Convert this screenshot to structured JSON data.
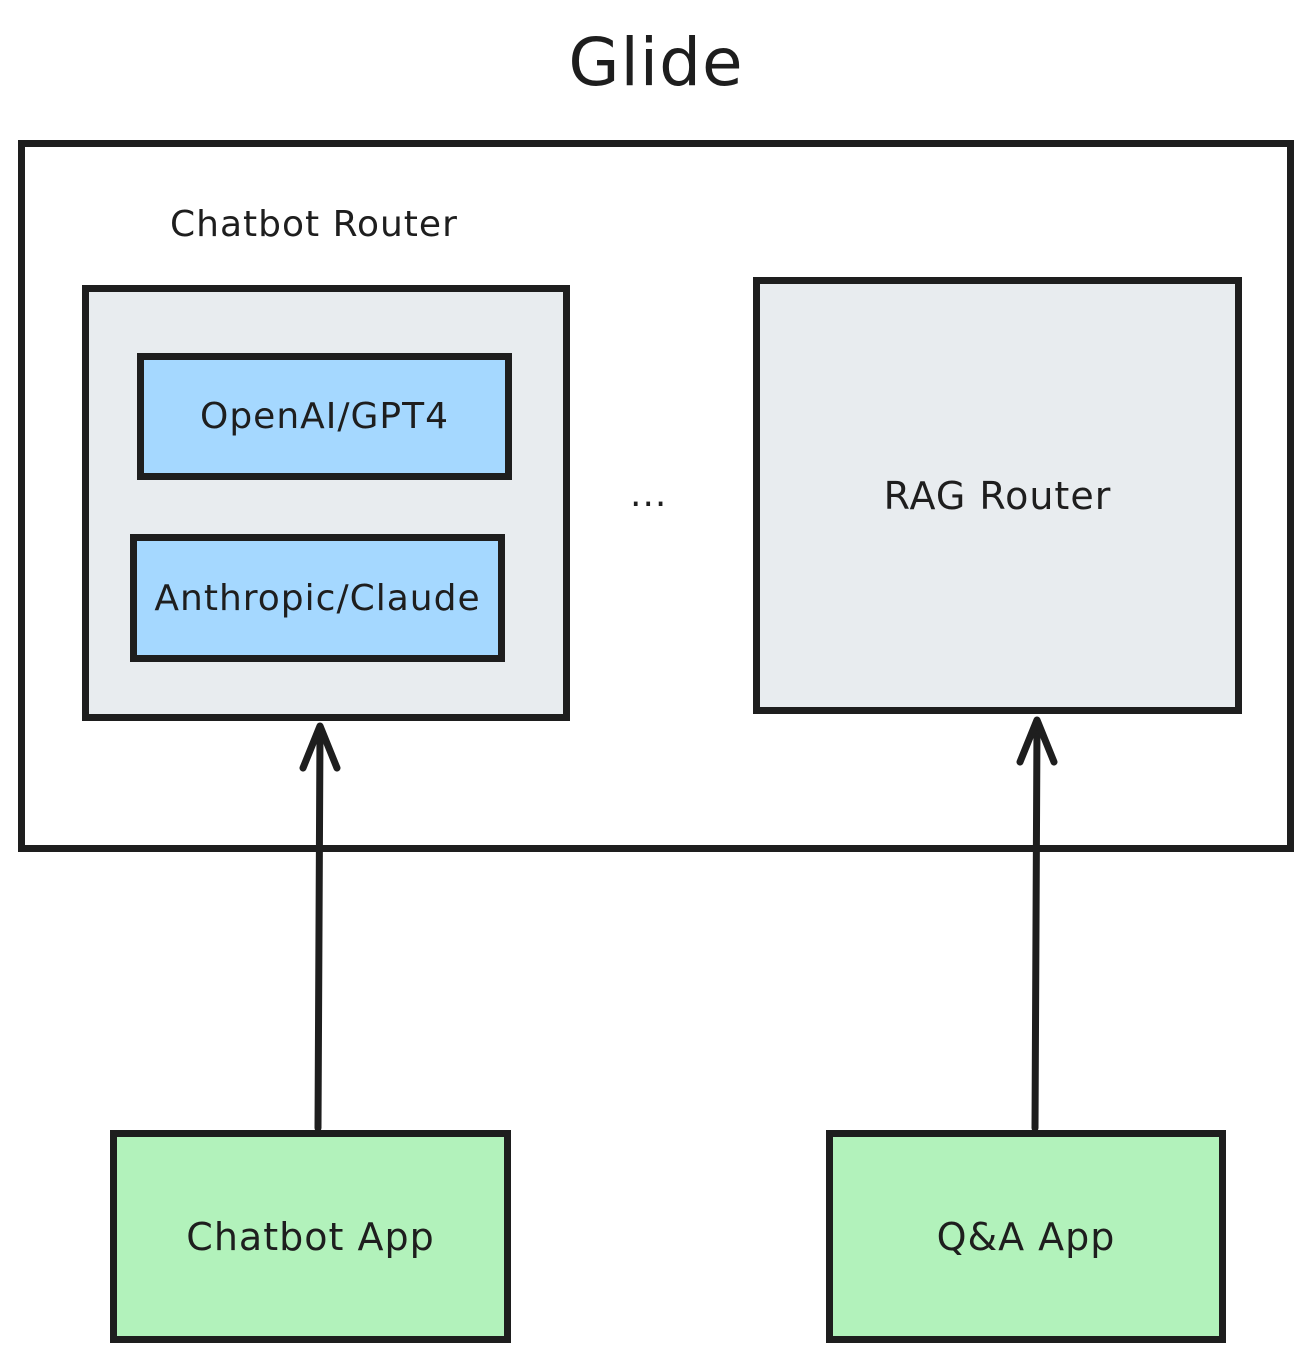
{
  "diagram": {
    "title": "Glide",
    "gateway_label": "Chatbot Router",
    "chatbot_router": {
      "providers": [
        {
          "label": "OpenAI/GPT4"
        },
        {
          "label": "Anthropic/Claude"
        }
      ]
    },
    "ellipsis": "...",
    "rag_router": {
      "label": "RAG Router"
    },
    "apps": [
      {
        "label": "Chatbot App"
      },
      {
        "label": "Q&A App"
      }
    ],
    "edges": [
      {
        "from": "Chatbot App",
        "to": "Chatbot Router"
      },
      {
        "from": "Q&A App",
        "to": "RAG Router"
      }
    ],
    "colors": {
      "stroke": "#1e1e1e",
      "router_fill": "#e8ecef",
      "provider_fill": "#a5d8ff",
      "app_fill": "#b2f2bb",
      "background": "#ffffff"
    }
  }
}
